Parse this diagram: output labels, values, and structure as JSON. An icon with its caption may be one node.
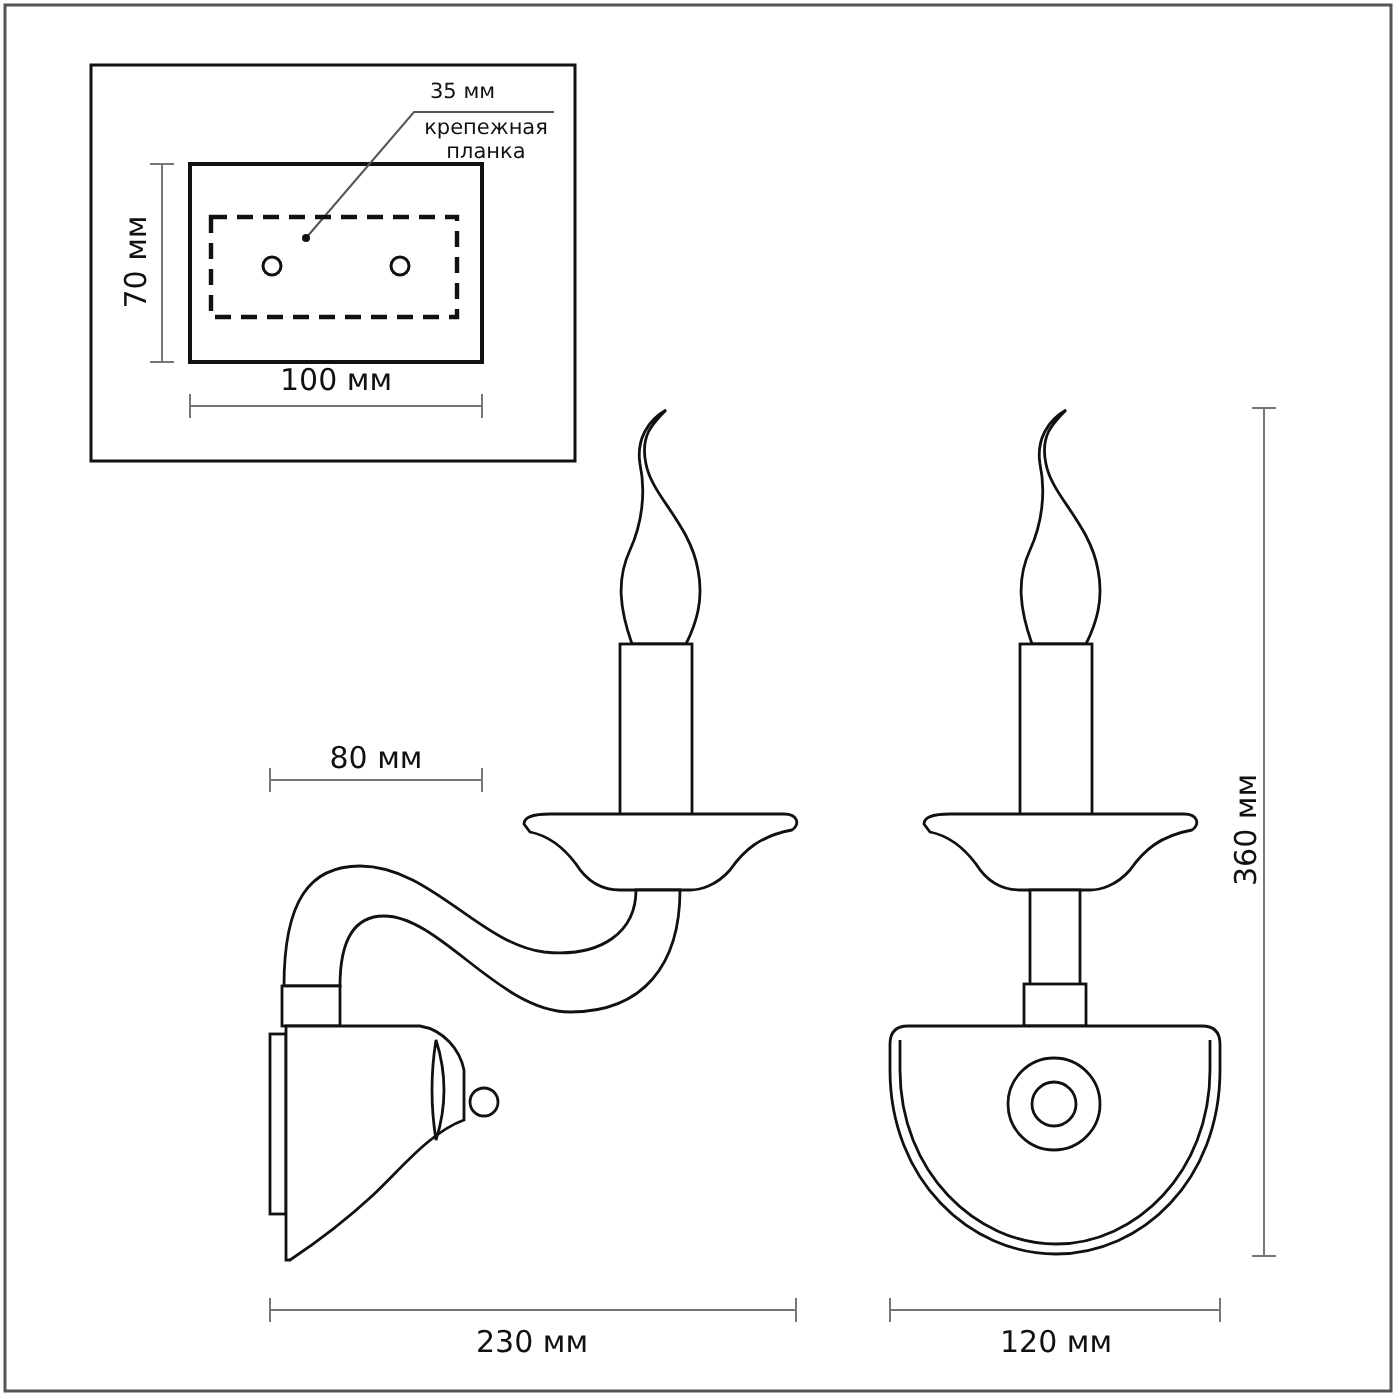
{
  "diagram": {
    "nodes": [
      {
        "text": [
          "35 мм",
          "крепежная планка"
        ]
      },
      {
        "text": [],
        "shape": "box"
      }
    ],
    "edges": [
      {
        "from": 0,
        "to": 1,
        "arrow": "other"
      }
    ],
    "labels": [
      "70 мм",
      "100 мм",
      "80 мм",
      "360 мм",
      "230 мм",
      "120 мм"
    ]
  }
}
